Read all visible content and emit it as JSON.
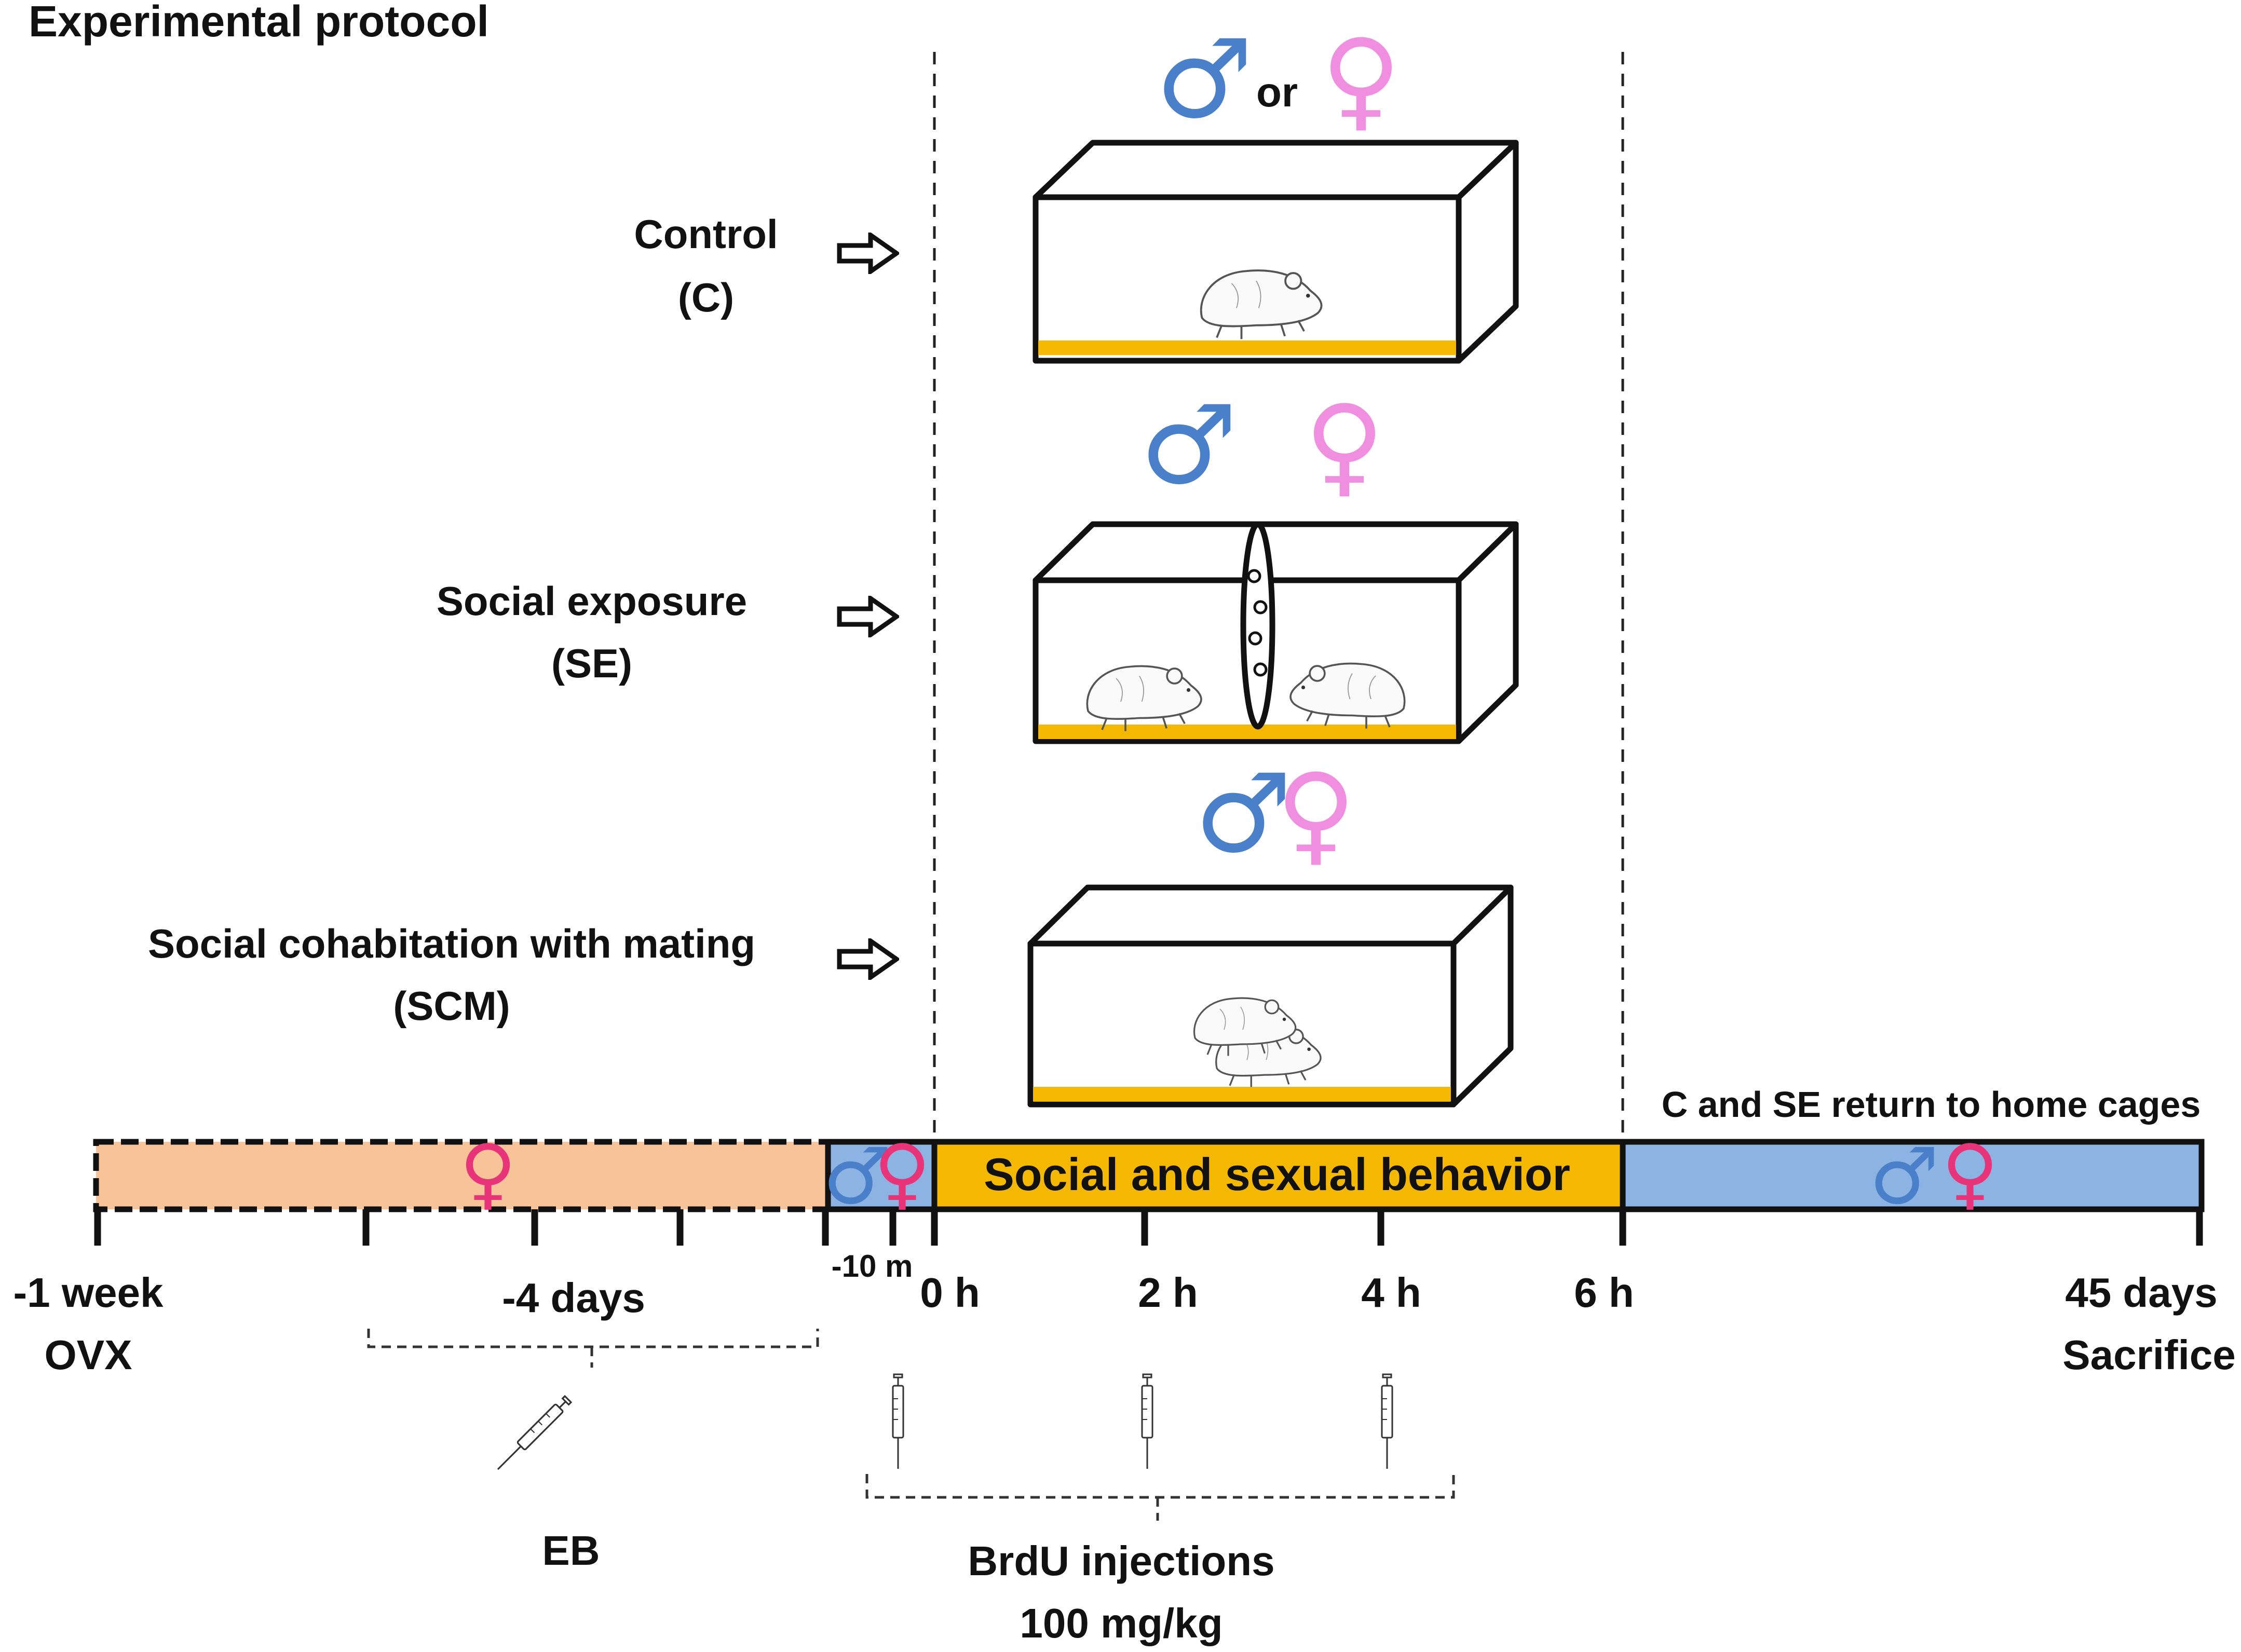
{
  "title": "Experimental protocol",
  "groups": [
    {
      "name": "Control",
      "abbr": "(C)",
      "symbols": {
        "male": "♂",
        "joiner": "or",
        "female": "♀"
      }
    },
    {
      "name": "Social exposure",
      "abbr": "(SE)",
      "symbols": {
        "male": "♂",
        "female": "♀"
      }
    },
    {
      "name": "Social cohabitation  with mating",
      "abbr": "(SCM)",
      "symbols": {
        "male": "♂",
        "female": "♀"
      }
    }
  ],
  "timeline": {
    "phase_female": "♀",
    "phase_pair_male": "♂",
    "phase_pair_female": "♀",
    "behavior_label": "Social and sexual behavior",
    "return_label": "C and SE return to home cages",
    "return_male": "♂",
    "return_female": "♀",
    "ticks": {
      "t_minus_week": "-1 week",
      "ovx": "OVX",
      "t_minus_4d": "-4 days",
      "t_minus_10m": "-10 m",
      "t0": "0 h",
      "t2": "2 h",
      "t4": "4 h",
      "t6": "6 h",
      "t45d": "45 days",
      "sacrifice": "Sacrifice"
    },
    "eb_label": "EB",
    "brdu_label": "BrdU injections",
    "brdu_dose": "100 mg/kg"
  },
  "colors": {
    "male": "#4a7fc9",
    "female_light": "#f08ee0",
    "female_strong": "#e8357a",
    "bedding": "#f5b800",
    "orange_phase": "#f9c39a",
    "blue_phase": "#8db3e2",
    "behavior_phase": "#f5b800"
  }
}
